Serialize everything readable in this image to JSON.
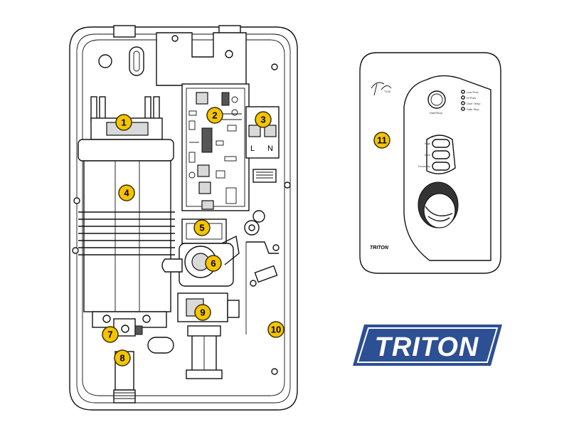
{
  "callouts": [
    {
      "label": "1"
    },
    {
      "label": "2"
    },
    {
      "label": "3"
    },
    {
      "label": "4"
    },
    {
      "label": "5"
    },
    {
      "label": "6"
    },
    {
      "label": "7"
    },
    {
      "label": "8"
    },
    {
      "label": "9"
    },
    {
      "label": "10"
    },
    {
      "label": "11"
    }
  ],
  "terminal_labels": {
    "live": "L",
    "neutral": "N"
  },
  "cover": {
    "model_script": "Topaz",
    "model_sub": "T100",
    "start_stop": "Start/Stop",
    "leds": [
      "Low Pres",
      "Hi Pres",
      "Over Temp",
      "Safe Stop"
    ],
    "power_buttons": [
      "High",
      "Med",
      "Economy"
    ],
    "brand": "TRITON"
  },
  "logo": {
    "text": "TRITON",
    "color": "#2d4f93"
  },
  "colors": {
    "callout_fill": "#f5c400",
    "callout_stroke": "#3a3000"
  }
}
